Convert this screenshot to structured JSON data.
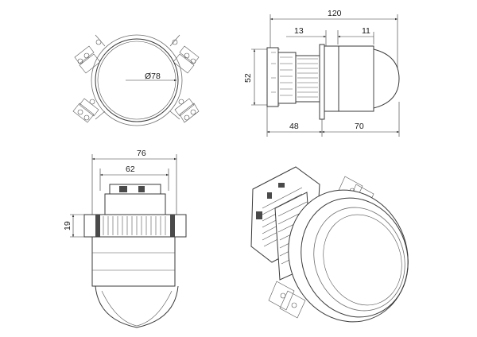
{
  "dimensions": {
    "overall_length": "120",
    "front_offset": "13",
    "lens_offset": "11",
    "height": "52",
    "rear_length": "48",
    "front_length": "70",
    "lens_diameter": "Ø78",
    "flange_width": "76",
    "inner_width": "62",
    "flange_height": "19"
  }
}
